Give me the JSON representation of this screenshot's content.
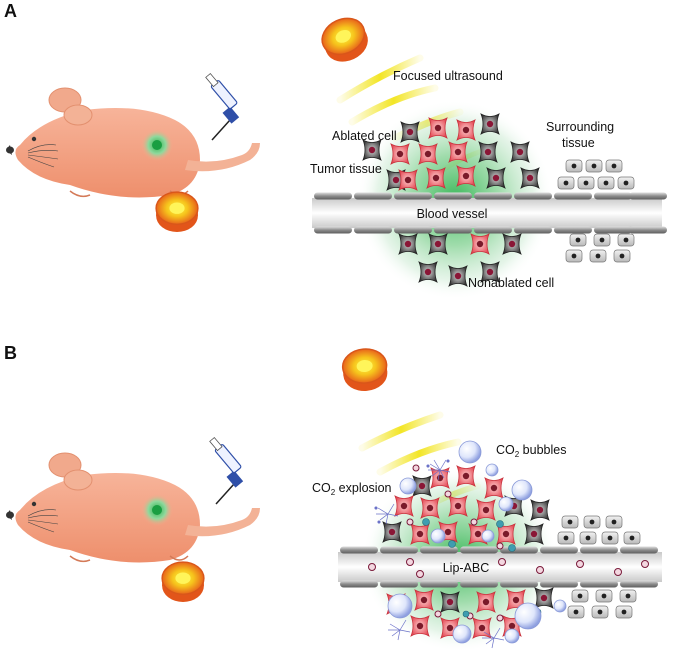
{
  "panel_a": {
    "label": "A",
    "focused_ultrasound": "Focused ultrasound",
    "ablated_cell": "Ablated cell",
    "surrounding_tissue_1": "Surrounding",
    "surrounding_tissue_2": "tissue",
    "tumor_tissue": "Tumor tissue",
    "blood_vessel": "Blood vessel",
    "nonablated_cell": "Nonablated cell"
  },
  "panel_b": {
    "label": "B",
    "co2_bubbles_prefix": "CO",
    "co2_bubbles_sub": "2",
    "co2_bubbles_suffix": " bubbles",
    "co2_explosion_prefix": "CO",
    "co2_explosion_sub": "2",
    "co2_explosion_suffix": " explosion",
    "lip_abc": "Lip-ABC"
  },
  "colors": {
    "mouse_body": "#f5a98a",
    "tumor_glow": "#3fbf6a",
    "ultrasound_beam": "#f2e41a",
    "transducer_outer": "#e8641b",
    "ablated_cell": "#e8505b",
    "nonablated_cell": "#3a3a3a",
    "vessel_wall": "#9b9b9b",
    "syringe": "#2f4fa8"
  }
}
